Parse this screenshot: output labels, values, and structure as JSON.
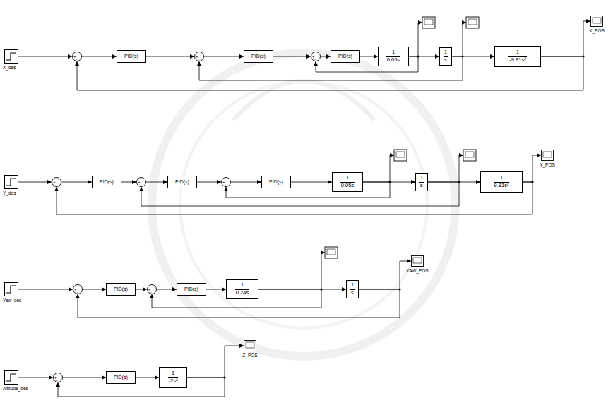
{
  "diagram": {
    "nodes": [
      {
        "text": [
          "X_des"
        ]
      },
      {
        "text": [
          "+",
          "-"
        ]
      },
      {
        "text": [
          "PID(s)"
        ]
      },
      {
        "text": [
          "+",
          "-"
        ]
      },
      {
        "text": [
          "PID(s)"
        ]
      },
      {
        "text": [
          "+",
          "-"
        ]
      },
      {
        "text": [
          "PID(s)"
        ]
      },
      {
        "text": [
          "1",
          "0.05s"
        ]
      },
      {
        "text": [
          "1",
          "s"
        ]
      },
      {
        "text": [
          "1",
          "-9.81s²"
        ]
      },
      {
        "text": [
          "X_POS"
        ]
      },
      {
        "text": [
          "Y_des"
        ]
      },
      {
        "text": [
          "+",
          "-"
        ]
      },
      {
        "text": [
          "PID(s)"
        ]
      },
      {
        "text": [
          "+",
          "-"
        ]
      },
      {
        "text": [
          "PID(s)"
        ]
      },
      {
        "text": [
          "+",
          "-"
        ]
      },
      {
        "text": [
          "PID(s)"
        ]
      },
      {
        "text": [
          "1",
          "0.05s"
        ]
      },
      {
        "text": [
          "1",
          "s"
        ]
      },
      {
        "text": [
          "1",
          "9.81s²"
        ]
      },
      {
        "text": [
          "Y_POS"
        ]
      },
      {
        "text": [
          "Yaw_des"
        ]
      },
      {
        "text": [
          "+",
          "-"
        ]
      },
      {
        "text": [
          "PID(s)"
        ]
      },
      {
        "text": [
          "+",
          "-"
        ]
      },
      {
        "text": [
          "PID(s)"
        ]
      },
      {
        "text": [
          "1",
          "0.24s"
        ]
      },
      {
        "text": [
          "1",
          "s"
        ]
      },
      {
        "text": [
          "YAW_POS"
        ]
      },
      {
        "text": [
          "Altitude_des"
        ]
      },
      {
        "text": [
          "+",
          "-"
        ]
      },
      {
        "text": [
          "PID(s)"
        ]
      },
      {
        "text": [
          "1",
          "-2s²"
        ]
      },
      {
        "text": [
          "Z_POS"
        ]
      }
    ],
    "edges": [
      {
        "from": 0,
        "to": 1,
        "arrow": "to"
      },
      {
        "from": 1,
        "to": 2,
        "arrow": "to"
      },
      {
        "from": 2,
        "to": 3,
        "arrow": "to"
      },
      {
        "from": 3,
        "to": 4,
        "arrow": "to"
      },
      {
        "from": 4,
        "to": 5,
        "arrow": "to"
      },
      {
        "from": 5,
        "to": 6,
        "arrow": "to"
      },
      {
        "from": 6,
        "to": 7,
        "arrow": "to"
      },
      {
        "from": 7,
        "to": 8,
        "arrow": "to"
      },
      {
        "from": 8,
        "to": 9,
        "arrow": "to"
      },
      {
        "from": 9,
        "to": 10,
        "arrow": "to"
      },
      {
        "from": 7,
        "to": 5,
        "arrow": "to"
      },
      {
        "from": 8,
        "to": 3,
        "arrow": "to"
      },
      {
        "from": 9,
        "to": 1,
        "arrow": "to"
      },
      {
        "from": 11,
        "to": 12,
        "arrow": "to"
      },
      {
        "from": 12,
        "to": 13,
        "arrow": "to"
      },
      {
        "from": 13,
        "to": 14,
        "arrow": "to"
      },
      {
        "from": 14,
        "to": 15,
        "arrow": "to"
      },
      {
        "from": 15,
        "to": 16,
        "arrow": "to"
      },
      {
        "from": 16,
        "to": 17,
        "arrow": "to"
      },
      {
        "from": 17,
        "to": 18,
        "arrow": "to"
      },
      {
        "from": 18,
        "to": 19,
        "arrow": "to"
      },
      {
        "from": 19,
        "to": 20,
        "arrow": "to"
      },
      {
        "from": 20,
        "to": 21,
        "arrow": "to"
      },
      {
        "from": 18,
        "to": 16,
        "arrow": "to"
      },
      {
        "from": 19,
        "to": 14,
        "arrow": "to"
      },
      {
        "from": 20,
        "to": 12,
        "arrow": "to"
      },
      {
        "from": 22,
        "to": 23,
        "arrow": "to"
      },
      {
        "from": 23,
        "to": 24,
        "arrow": "to"
      },
      {
        "from": 24,
        "to": 25,
        "arrow": "to"
      },
      {
        "from": 25,
        "to": 26,
        "arrow": "to"
      },
      {
        "from": 26,
        "to": 27,
        "arrow": "to"
      },
      {
        "from": 27,
        "to": 28,
        "arrow": "to"
      },
      {
        "from": 28,
        "to": 29,
        "arrow": "to"
      },
      {
        "from": 27,
        "to": 25,
        "arrow": "to"
      },
      {
        "from": 28,
        "to": 23,
        "arrow": "to"
      },
      {
        "from": 30,
        "to": 31,
        "arrow": "to"
      },
      {
        "from": 31,
        "to": 32,
        "arrow": "to"
      },
      {
        "from": 32,
        "to": 33,
        "arrow": "to"
      },
      {
        "from": 33,
        "to": 34,
        "arrow": "to"
      },
      {
        "from": 33,
        "to": 31,
        "arrow": "to"
      }
    ]
  }
}
